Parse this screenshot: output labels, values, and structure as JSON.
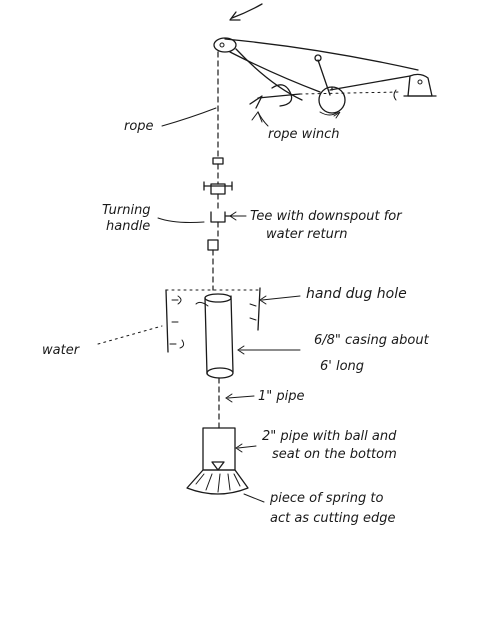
{
  "labels": {
    "rope": "rope",
    "rope_winch": "rope winch",
    "turning_handle_line1": "Turning",
    "turning_handle_line2": "handle",
    "tee_line1": "Tee with downspout for",
    "tee_line2": "water return",
    "hand_dug_hole": "hand dug hole",
    "water": "water",
    "casing_line1": "6/8\" casing about",
    "casing_line2": "6' long",
    "one_inch_pipe": "1\" pipe",
    "two_inch_pipe_line1": "2\" pipe with ball and",
    "two_inch_pipe_line2": "seat on the bottom",
    "spring_line1": "piece of spring to",
    "spring_line2": "act as cutting edge"
  }
}
